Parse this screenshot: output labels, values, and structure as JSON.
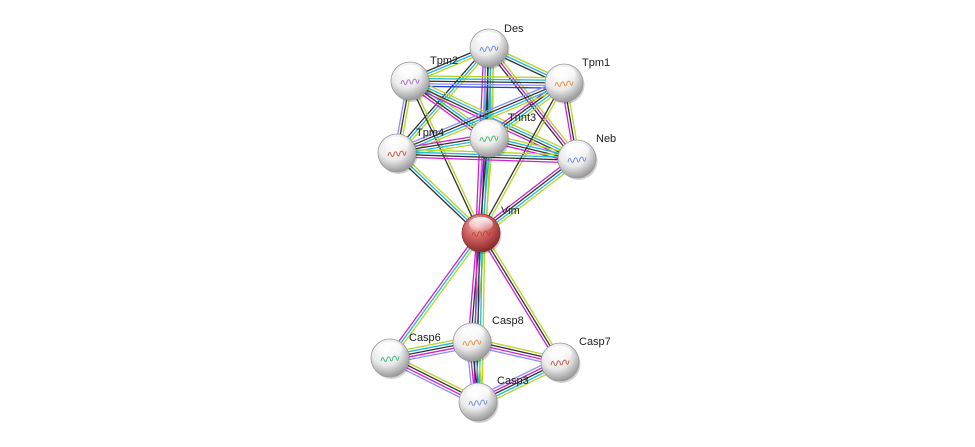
{
  "network": {
    "query_protein": "Vim",
    "colors": {
      "experiments": "#d11fd6",
      "databases": "#20b8e0",
      "textmining": "#b5d624",
      "coexpression": "#333333",
      "homology": "#8c8cff",
      "cooccurrence": "#1f3fd6",
      "query_node": "#d46a6a",
      "node": "#e8e8e8"
    },
    "nodes": [
      {
        "id": "Des",
        "label": "Des",
        "query": false
      },
      {
        "id": "Tpm2",
        "label": "Tpm2",
        "query": false
      },
      {
        "id": "Tpm1",
        "label": "Tpm1",
        "query": false
      },
      {
        "id": "Tnnt3",
        "label": "Tnnt3",
        "query": false
      },
      {
        "id": "Tpm4",
        "label": "Tpm4",
        "query": false
      },
      {
        "id": "Neb",
        "label": "Neb",
        "query": false
      },
      {
        "id": "Vim",
        "label": "Vim",
        "query": true
      },
      {
        "id": "Casp8",
        "label": "Casp8",
        "query": false
      },
      {
        "id": "Casp6",
        "label": "Casp6",
        "query": false
      },
      {
        "id": "Casp7",
        "label": "Casp7",
        "query": false
      },
      {
        "id": "Casp3",
        "label": "Casp3",
        "query": false
      }
    ],
    "edges": [
      {
        "a": "Des",
        "b": "Tpm2",
        "types": [
          "textmining",
          "databases",
          "coexpression"
        ]
      },
      {
        "a": "Des",
        "b": "Tpm1",
        "types": [
          "textmining",
          "databases",
          "coexpression"
        ]
      },
      {
        "a": "Des",
        "b": "Tnnt3",
        "types": [
          "textmining",
          "databases",
          "coexpression",
          "databases"
        ]
      },
      {
        "a": "Des",
        "b": "Tpm4",
        "types": [
          "textmining",
          "databases",
          "coexpression"
        ]
      },
      {
        "a": "Des",
        "b": "Neb",
        "types": [
          "textmining",
          "experiments",
          "coexpression"
        ]
      },
      {
        "a": "Des",
        "b": "Vim",
        "types": [
          "textmining",
          "databases",
          "coexpression",
          "homology",
          "experiments"
        ]
      },
      {
        "a": "Tpm2",
        "b": "Tpm1",
        "types": [
          "textmining",
          "databases",
          "coexpression",
          "homology",
          "cooccurrence"
        ]
      },
      {
        "a": "Tpm2",
        "b": "Tnnt3",
        "types": [
          "textmining",
          "databases",
          "coexpression",
          "experiments"
        ]
      },
      {
        "a": "Tpm2",
        "b": "Tpm4",
        "types": [
          "textmining",
          "coexpression",
          "homology"
        ]
      },
      {
        "a": "Tpm2",
        "b": "Neb",
        "types": [
          "textmining",
          "databases",
          "coexpression",
          "experiments"
        ]
      },
      {
        "a": "Tpm2",
        "b": "Vim",
        "types": [
          "textmining",
          "coexpression"
        ]
      },
      {
        "a": "Tpm1",
        "b": "Tnnt3",
        "types": [
          "textmining",
          "databases",
          "coexpression",
          "experiments"
        ]
      },
      {
        "a": "Tpm1",
        "b": "Tpm4",
        "types": [
          "textmining",
          "databases",
          "coexpression",
          "homology"
        ]
      },
      {
        "a": "Tpm1",
        "b": "Neb",
        "types": [
          "textmining",
          "coexpression",
          "experiments"
        ]
      },
      {
        "a": "Tpm1",
        "b": "Vim",
        "types": [
          "textmining",
          "coexpression"
        ]
      },
      {
        "a": "Tnnt3",
        "b": "Tpm4",
        "types": [
          "textmining",
          "databases",
          "coexpression",
          "experiments"
        ]
      },
      {
        "a": "Tnnt3",
        "b": "Neb",
        "types": [
          "textmining",
          "databases",
          "coexpression",
          "experiments"
        ]
      },
      {
        "a": "Tnnt3",
        "b": "Vim",
        "types": [
          "textmining",
          "databases",
          "coexpression",
          "experiments"
        ]
      },
      {
        "a": "Tpm4",
        "b": "Neb",
        "types": [
          "textmining",
          "databases",
          "coexpression",
          "experiments"
        ]
      },
      {
        "a": "Tpm4",
        "b": "Vim",
        "types": [
          "textmining",
          "databases",
          "coexpression"
        ]
      },
      {
        "a": "Neb",
        "b": "Vim",
        "types": [
          "textmining",
          "databases",
          "coexpression",
          "experiments"
        ]
      },
      {
        "a": "Vim",
        "b": "Casp6",
        "types": [
          "textmining",
          "databases",
          "experiments"
        ]
      },
      {
        "a": "Vim",
        "b": "Casp8",
        "types": [
          "textmining",
          "databases",
          "coexpression",
          "experiments"
        ]
      },
      {
        "a": "Vim",
        "b": "Casp7",
        "types": [
          "textmining",
          "coexpression",
          "experiments"
        ]
      },
      {
        "a": "Vim",
        "b": "Casp3",
        "types": [
          "textmining",
          "databases",
          "coexpression",
          "experiments"
        ]
      },
      {
        "a": "Casp6",
        "b": "Casp8",
        "types": [
          "textmining",
          "databases",
          "coexpression",
          "experiments",
          "homology"
        ]
      },
      {
        "a": "Casp6",
        "b": "Casp3",
        "types": [
          "textmining",
          "coexpression",
          "experiments",
          "homology"
        ]
      },
      {
        "a": "Casp8",
        "b": "Casp7",
        "types": [
          "textmining",
          "coexpression",
          "experiments",
          "homology"
        ]
      },
      {
        "a": "Casp8",
        "b": "Casp3",
        "types": [
          "textmining",
          "databases",
          "coexpression",
          "experiments",
          "homology"
        ]
      },
      {
        "a": "Casp7",
        "b": "Casp3",
        "types": [
          "textmining",
          "databases",
          "coexpression",
          "experiments",
          "homology"
        ]
      }
    ]
  }
}
